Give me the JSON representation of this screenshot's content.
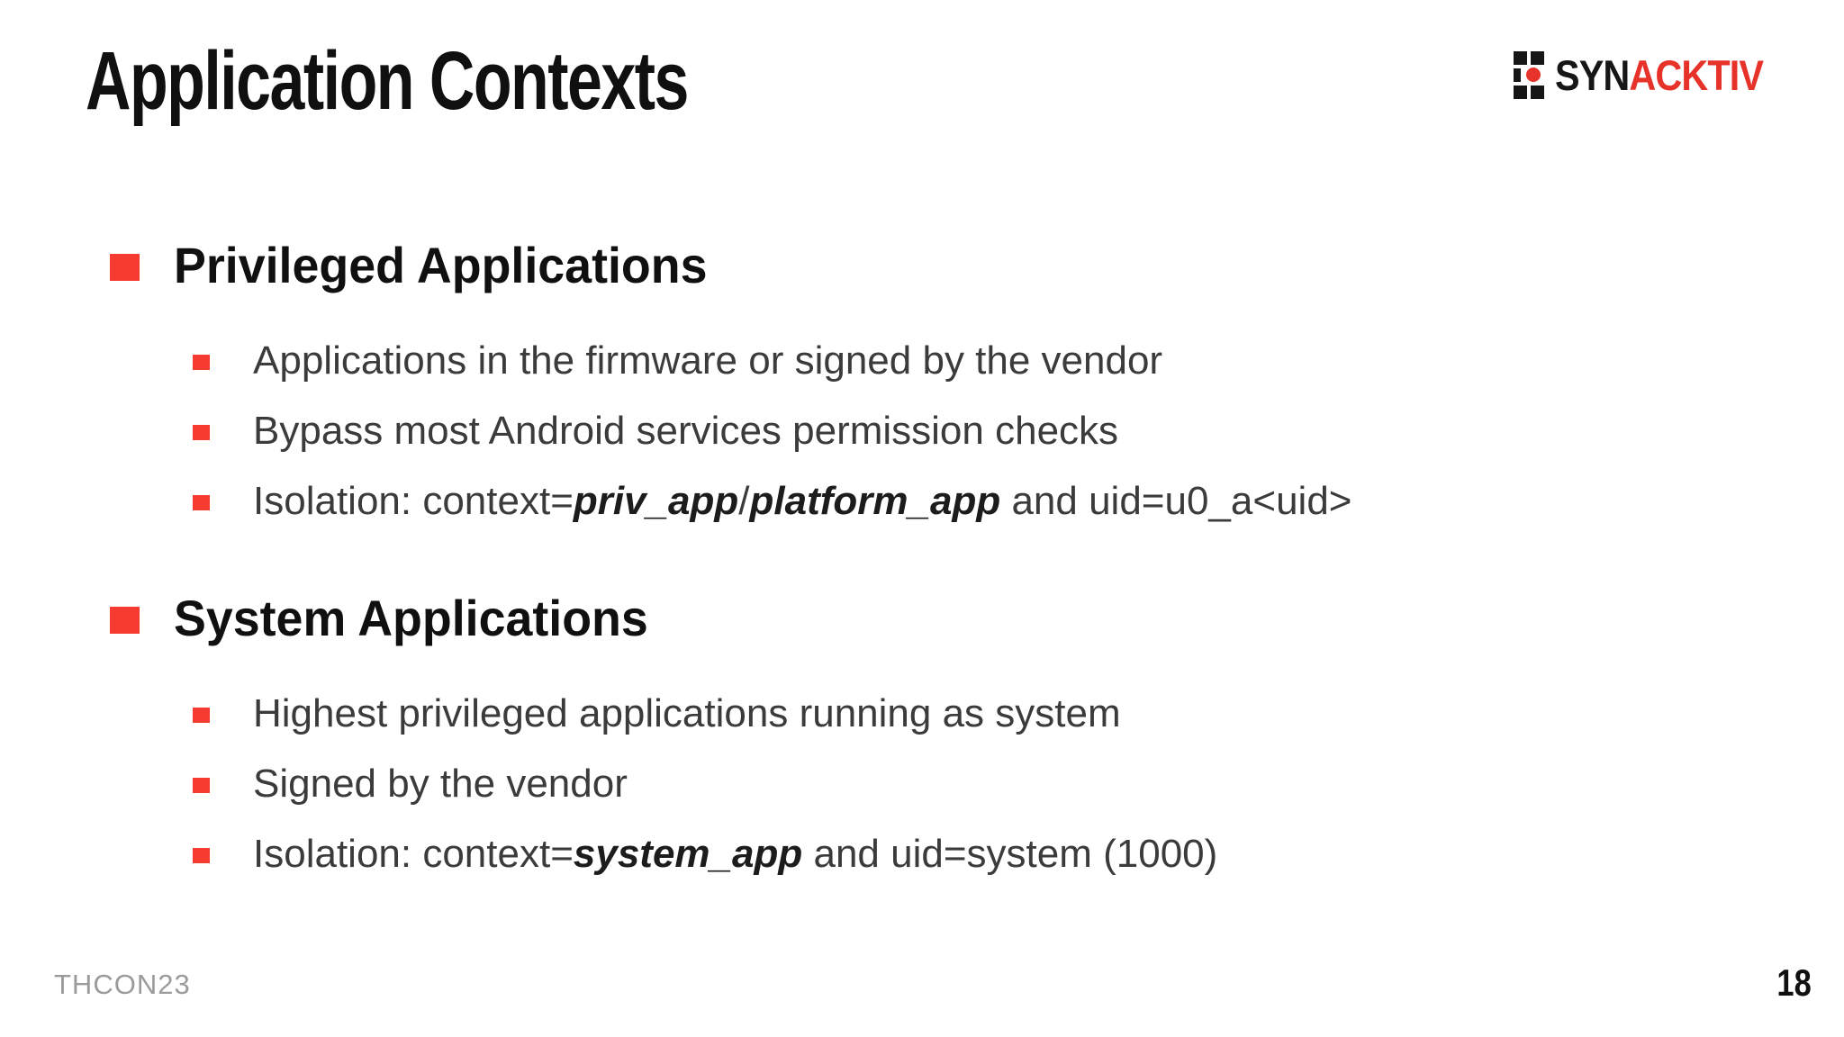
{
  "slide": {
    "title": "Application Contexts",
    "footer": "THCON23",
    "page_number": "18"
  },
  "logo": {
    "text_black": "SYN",
    "text_red": "ACKTIV",
    "red": "#e73229"
  },
  "colors": {
    "bullet_red": "#f83b30",
    "heading_black": "#101010",
    "body_gray": "#3b3b3b",
    "footer_gray": "#9b9b9b"
  },
  "sections": [
    {
      "heading": "Privileged Applications",
      "items": [
        {
          "runs": [
            {
              "text": "Applications in the firmware or signed by the vendor"
            }
          ]
        },
        {
          "runs": [
            {
              "text": "Bypass most Android services permission checks"
            }
          ]
        },
        {
          "runs": [
            {
              "text": "Isolation: context="
            },
            {
              "text": "priv_app",
              "style": "bold-italic"
            },
            {
              "text": "/"
            },
            {
              "text": "platform_app",
              "style": "bold-italic"
            },
            {
              "text": " and uid=u0_a<uid>"
            }
          ]
        }
      ]
    },
    {
      "heading": "System Applications",
      "items": [
        {
          "runs": [
            {
              "text": "Highest privileged applications running as system"
            }
          ]
        },
        {
          "runs": [
            {
              "text": "Signed by the vendor"
            }
          ]
        },
        {
          "runs": [
            {
              "text": "Isolation: context="
            },
            {
              "text": "system_app",
              "style": "bold-italic"
            },
            {
              "text": " and uid=system (1000)"
            }
          ]
        }
      ]
    }
  ]
}
